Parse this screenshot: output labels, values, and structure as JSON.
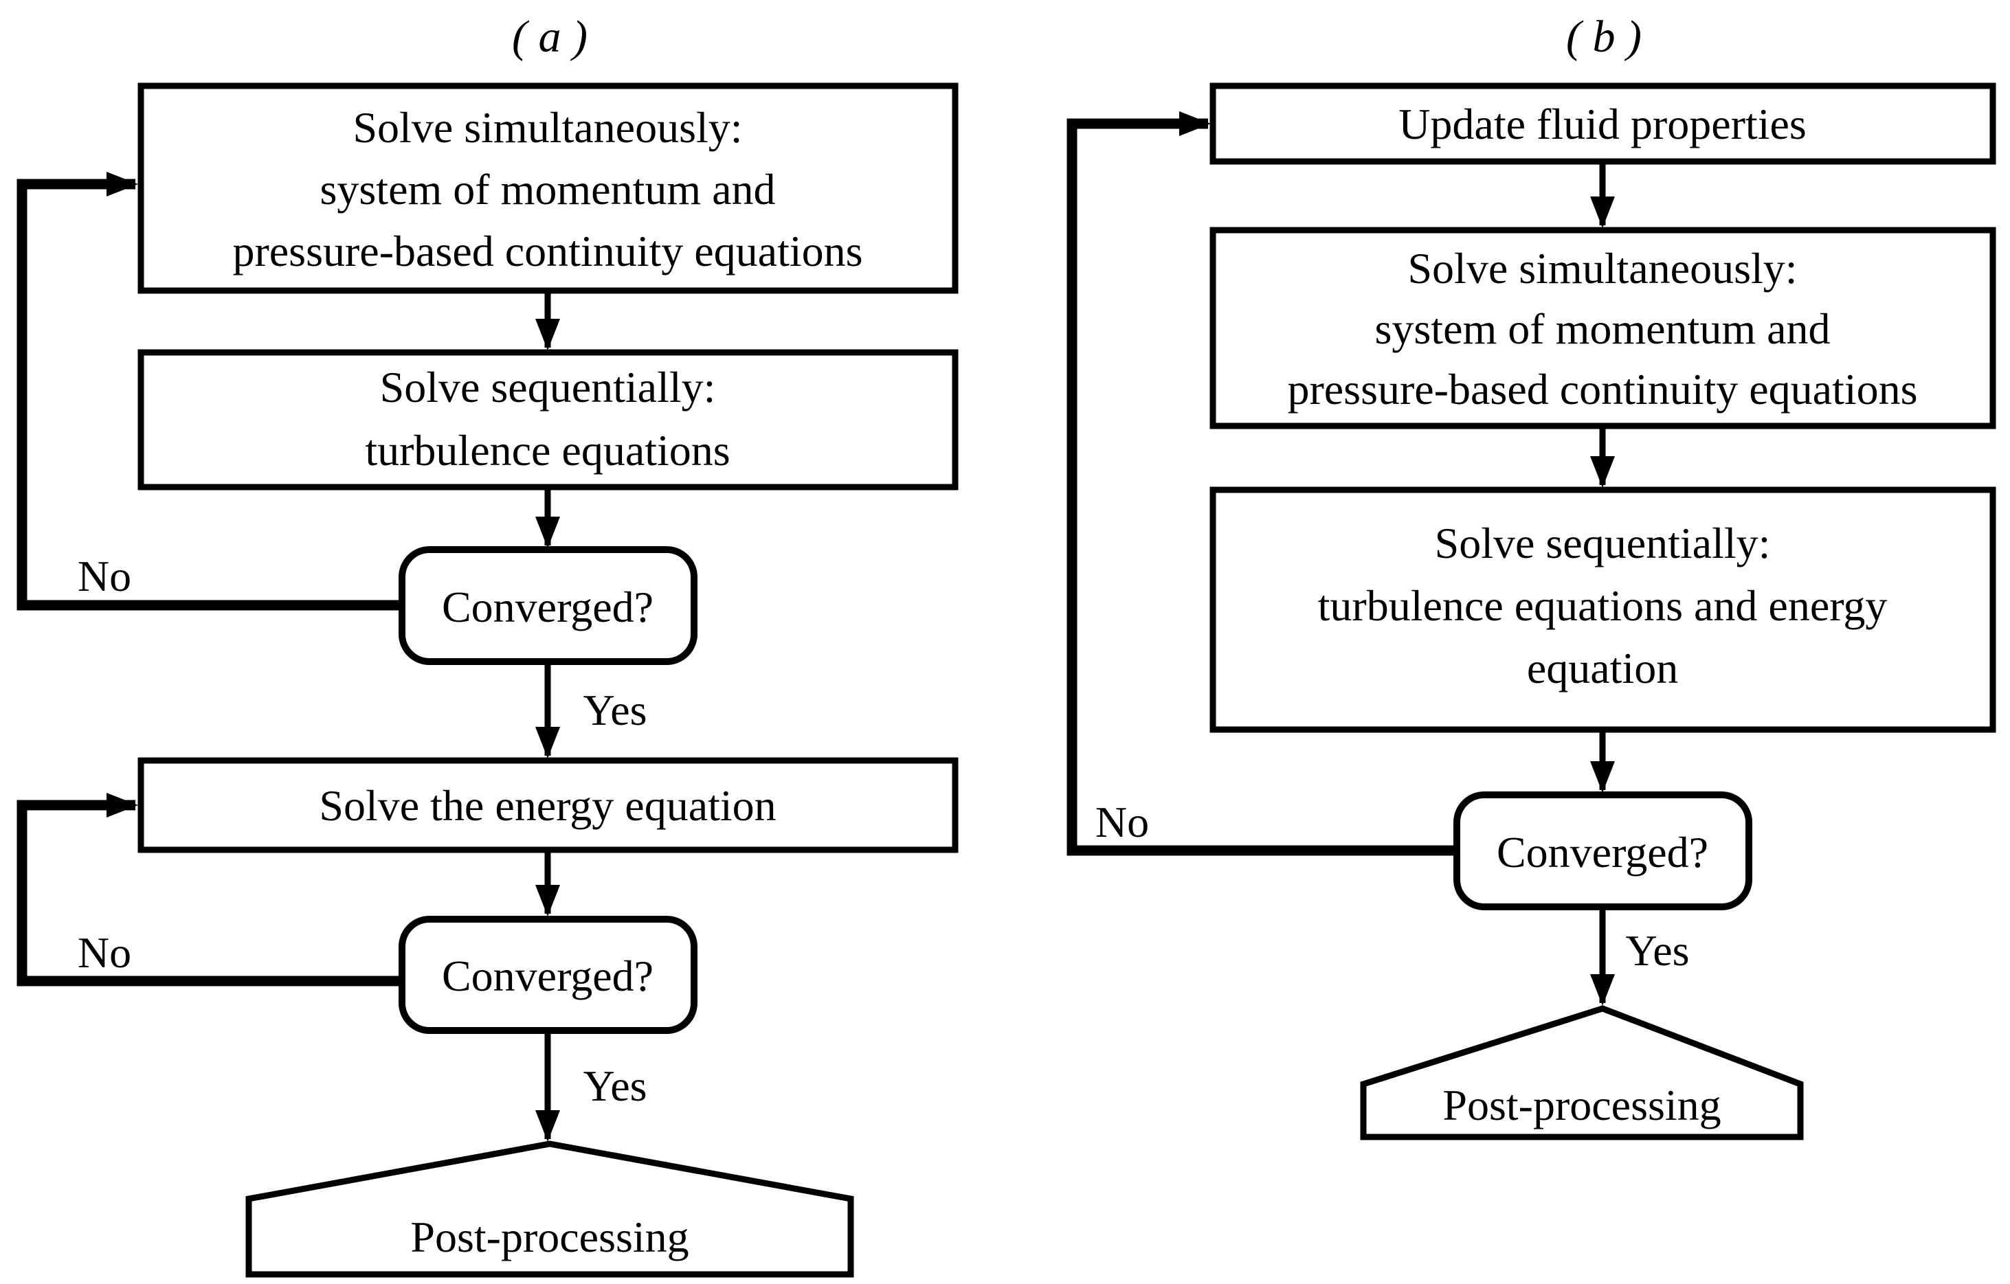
{
  "colors": {
    "ink": "#000000",
    "paper": "#ffffff"
  },
  "panel_a": {
    "label": "( a )",
    "box1": {
      "l1": "Solve simultaneously:",
      "l2": "system of momentum and",
      "l3": "pressure-based continuity equations"
    },
    "box2": {
      "l1": "Solve sequentially:",
      "l2": "turbulence equations"
    },
    "decision1": "Converged?",
    "no1": "No",
    "yes1": "Yes",
    "box3": "Solve the energy equation",
    "decision2": "Converged?",
    "no2": "No",
    "yes2": "Yes",
    "terminal": "Post-processing"
  },
  "panel_b": {
    "label": "( b )",
    "box1": "Update fluid properties",
    "box2": {
      "l1": "Solve simultaneously:",
      "l2": "system of momentum and",
      "l3": "pressure-based continuity equations"
    },
    "box3": {
      "l1": "Solve sequentially:",
      "l2": "turbulence equations and energy",
      "l3": "equation"
    },
    "decision1": "Converged?",
    "no1": "No",
    "yes1": "Yes",
    "terminal": "Post-processing"
  }
}
